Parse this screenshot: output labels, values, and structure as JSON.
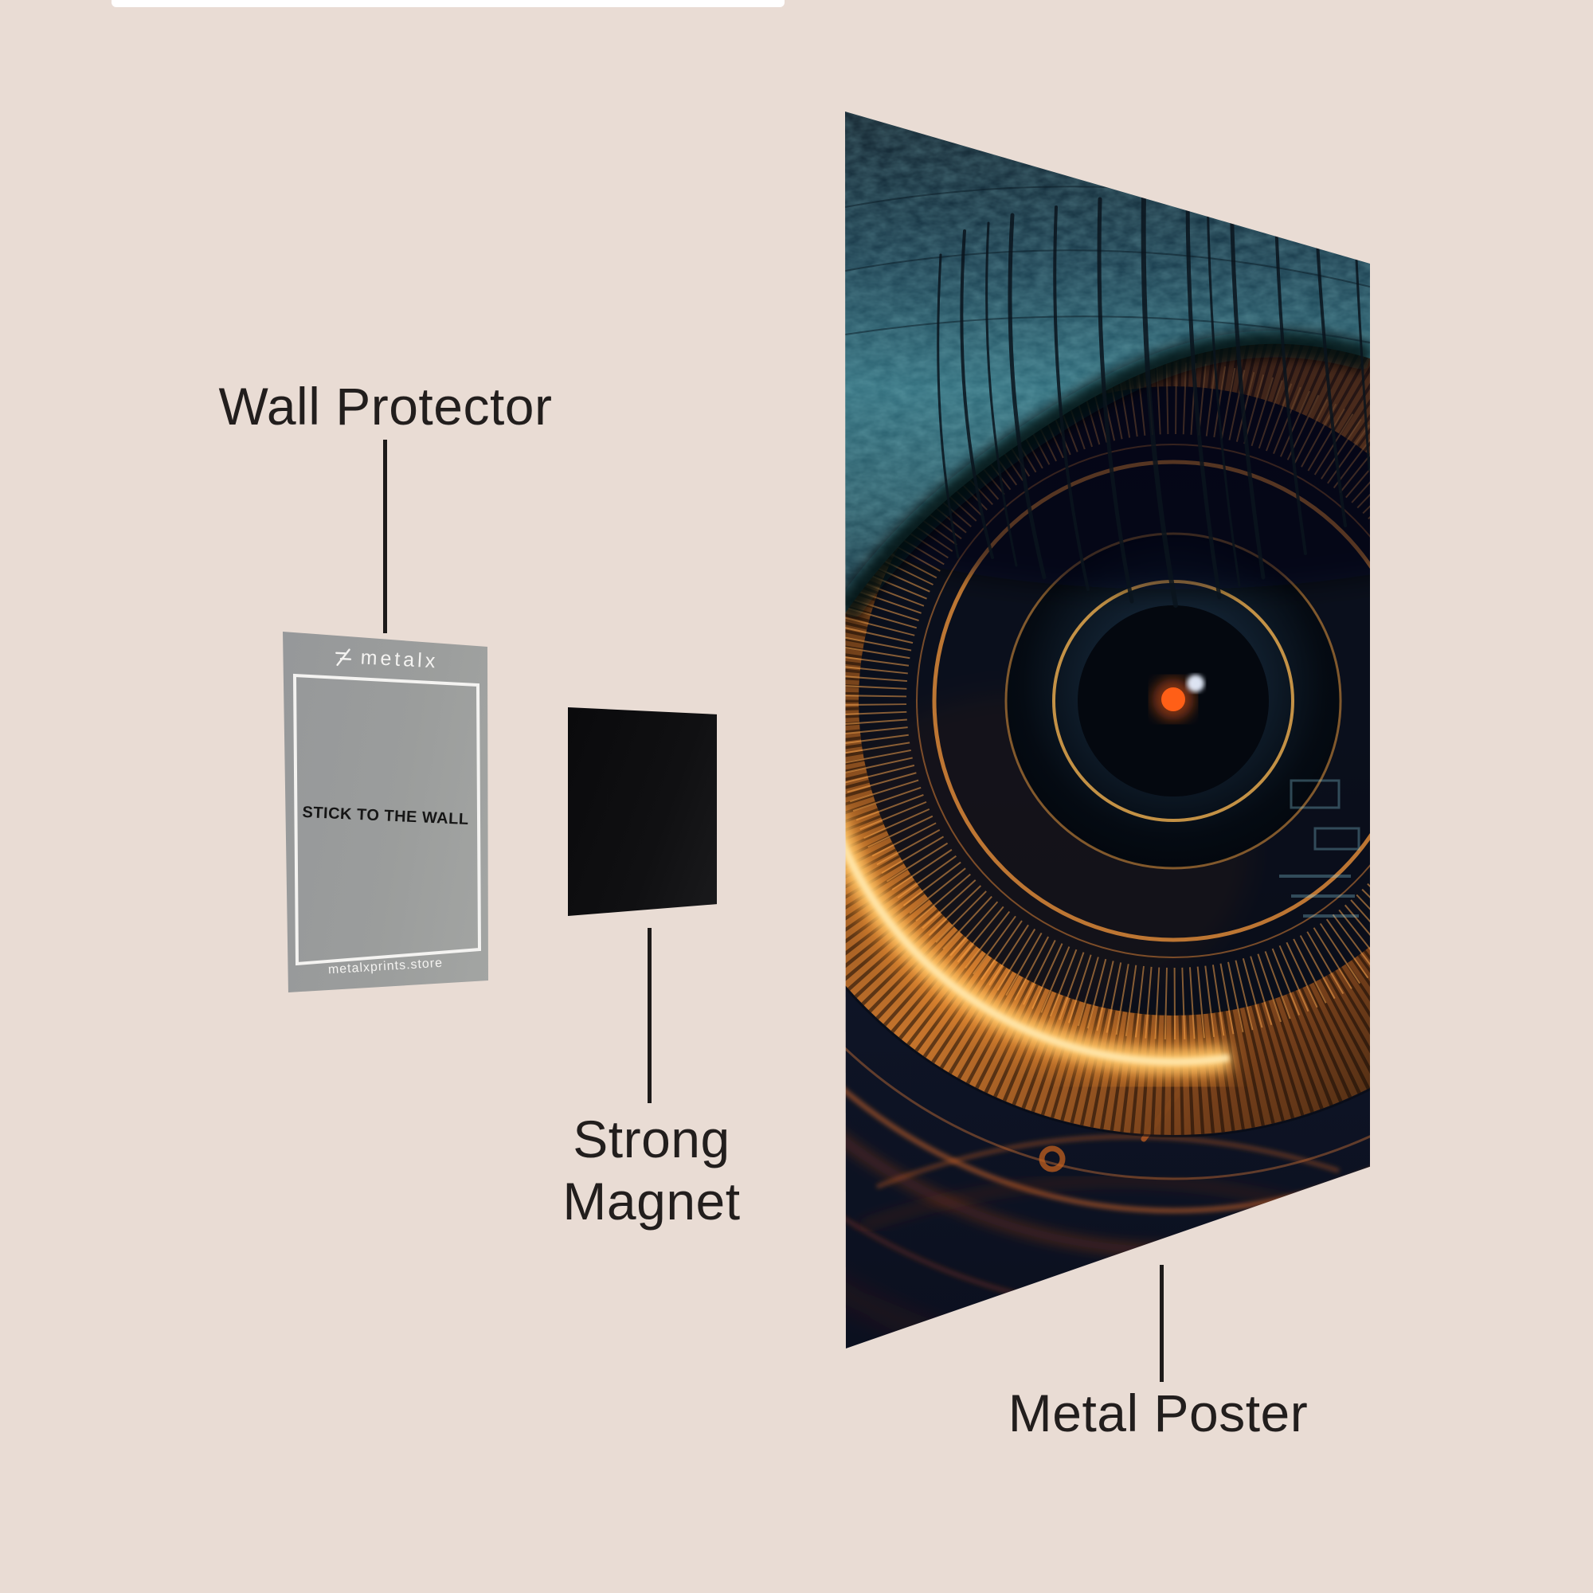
{
  "page": {
    "background": "#e9dcd4",
    "text_color": "#221e1d"
  },
  "top_strip": {
    "color": "#ffffff"
  },
  "labels": {
    "wall_protector": "Wall Protector",
    "strong_magnet_line1": "Strong",
    "strong_magnet_line2": "Magnet",
    "metal_poster": "Metal Poster"
  },
  "wall_protector_card": {
    "brand": "metalx",
    "logo_icon": "metalx-glyph",
    "center_text": "STICK TO THE WALL",
    "footer_text": "metalxprints.store",
    "card_color": "#9b9d9c",
    "center_text_color": "#161616",
    "light_text_color": "#f4f3f1"
  },
  "magnet": {
    "color": "#0d0d0f"
  },
  "poster": {
    "subject": "cybernetic-eye-artwork",
    "navy": "#0d1526",
    "teal_skin": "#2e6a79",
    "accent_orange": "#ff8c2a",
    "glow_yellow": "#ffd98a",
    "pupil_dot_orange": "#ff5f17"
  }
}
